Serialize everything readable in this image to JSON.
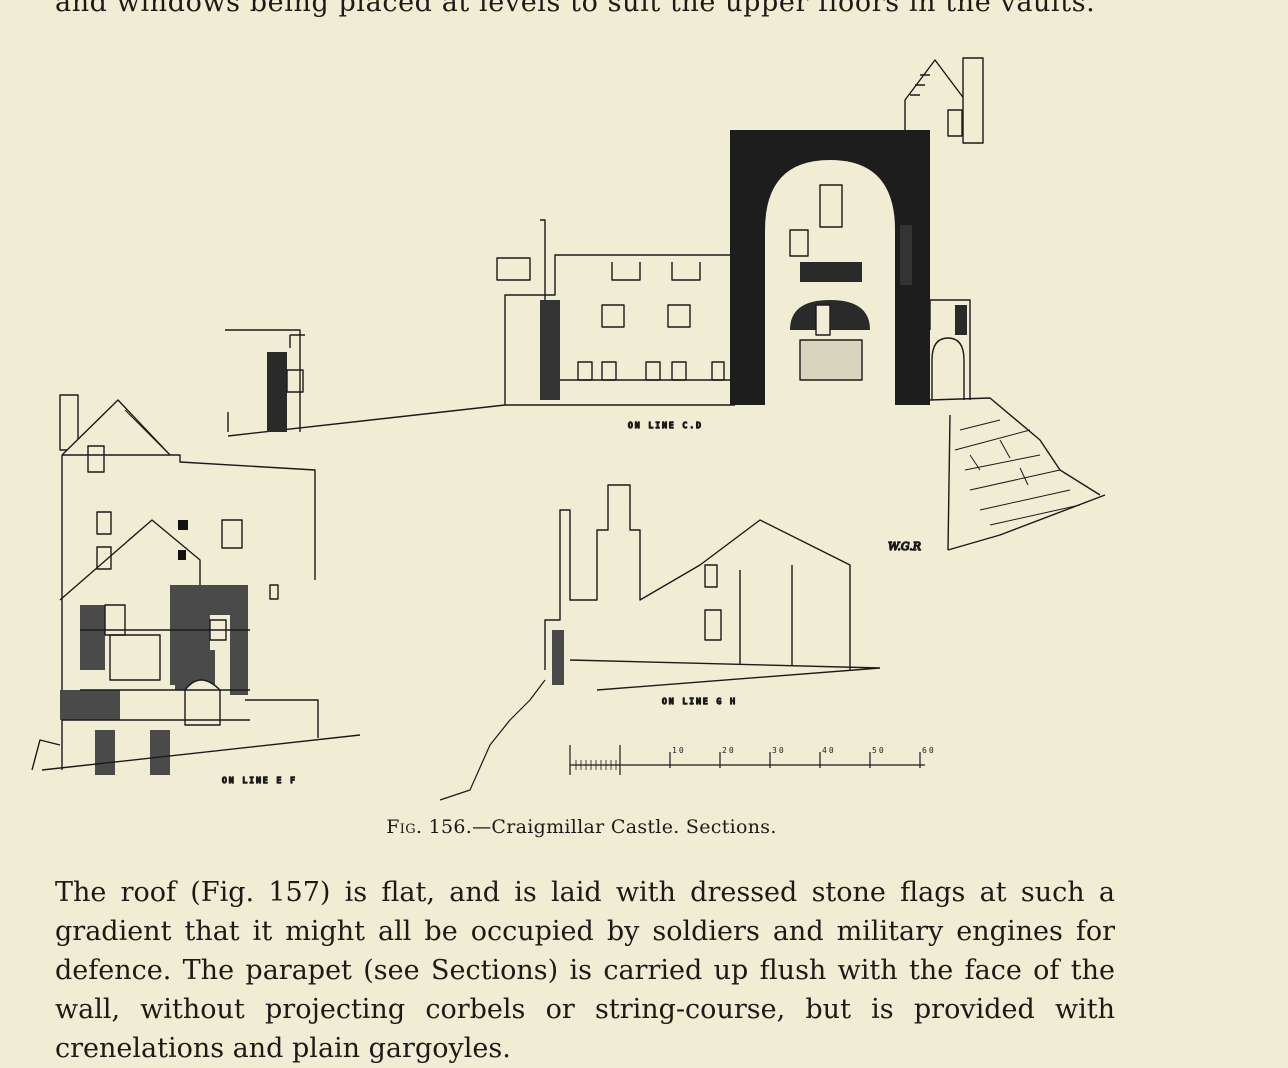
{
  "top_line": "and windows being placed at levels to suit the upper floors in the vaults.",
  "figure": {
    "labels": {
      "section_cd": "ON LINE C.D",
      "section_ef": "ON LINE E F",
      "section_gh": "ON LINE G H",
      "signature": "W.G.R"
    },
    "scale_ticks": [
      "10",
      "20",
      "30",
      "40",
      "50",
      "60"
    ],
    "caption_fig": "Fig. 156.",
    "caption_title": "—Craigmillar Castle.  Sections."
  },
  "body_paragraph": "The roof (Fig. 157) is flat, and is laid with dressed stone flags at such a gradient that it might all be occupied by soldiers and military engines for defence. The parapet (see Sections) is carried up flush with the face of the wall, without projecting corbels or string-course, but is provided with crenelations and plain gargoyles.",
  "colors": {
    "paper": "#f1ecd4",
    "ink": "#1c1a16"
  }
}
